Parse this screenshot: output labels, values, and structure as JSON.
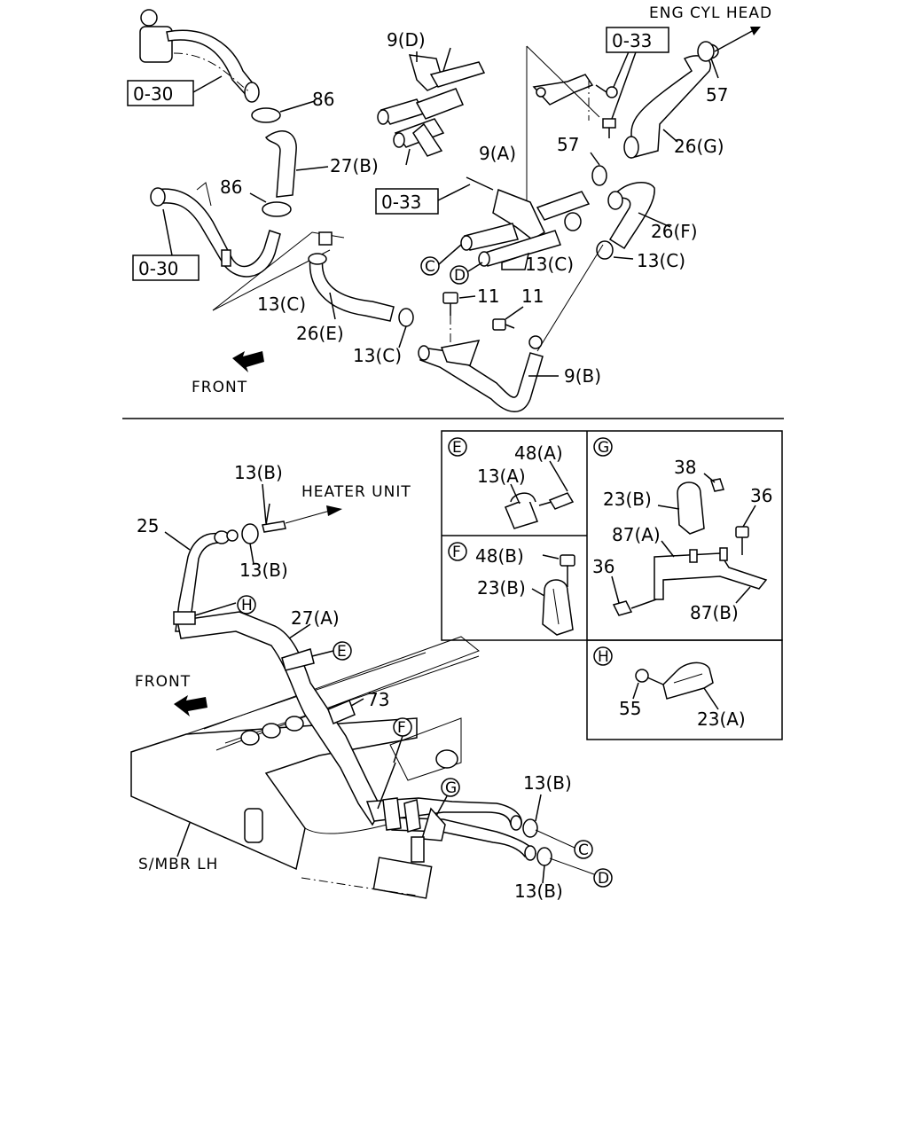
{
  "callouts": {
    "eng_cyl_head": "ENG CYL HEAD",
    "heater_unit": "HEATER UNIT",
    "front_top": "FRONT",
    "front_bottom": "FRONT",
    "smbr_lh": "S/MBR LH"
  },
  "refboxes": {
    "r1": "0-30",
    "r2": "0-30",
    "r3": "0-33",
    "r4": "0-33"
  },
  "labels": {
    "l86a": "86",
    "l86b": "86",
    "l27b": "27(B)",
    "l9d": "9(D)",
    "l9a": "9(A)",
    "l57a": "57",
    "l57b": "57",
    "l26g": "26(G)",
    "l26f": "26(F)",
    "l13c_1": "13(C)",
    "l13c_2": "13(C)",
    "l13c_3": "13(C)",
    "l13c_4": "13(C)",
    "l26e": "26(E)",
    "l11a": "11",
    "l11b": "11",
    "l9b": "9(B)",
    "l13b_1": "13(B)",
    "l13b_2": "13(B)",
    "l13b_3": "13(B)",
    "l13b_4": "13(B)",
    "l25": "25",
    "l27a": "27(A)",
    "l73": "73",
    "l48a": "48(A)",
    "l13a": "13(A)",
    "l48b": "48(B)",
    "l23b_f": "23(B)",
    "l38": "38",
    "l23b_g": "23(B)",
    "l36a": "36",
    "l36b": "36",
    "l87a": "87(A)",
    "l87b": "87(B)",
    "l55": "55",
    "l23a": "23(A)"
  },
  "markers": {
    "c1": "C",
    "d1": "D",
    "c2": "C",
    "d2": "D",
    "h1": "H",
    "e1": "E",
    "f1": "F",
    "g1": "G",
    "pe": "E",
    "pf": "F",
    "pg": "G",
    "ph": "H"
  }
}
